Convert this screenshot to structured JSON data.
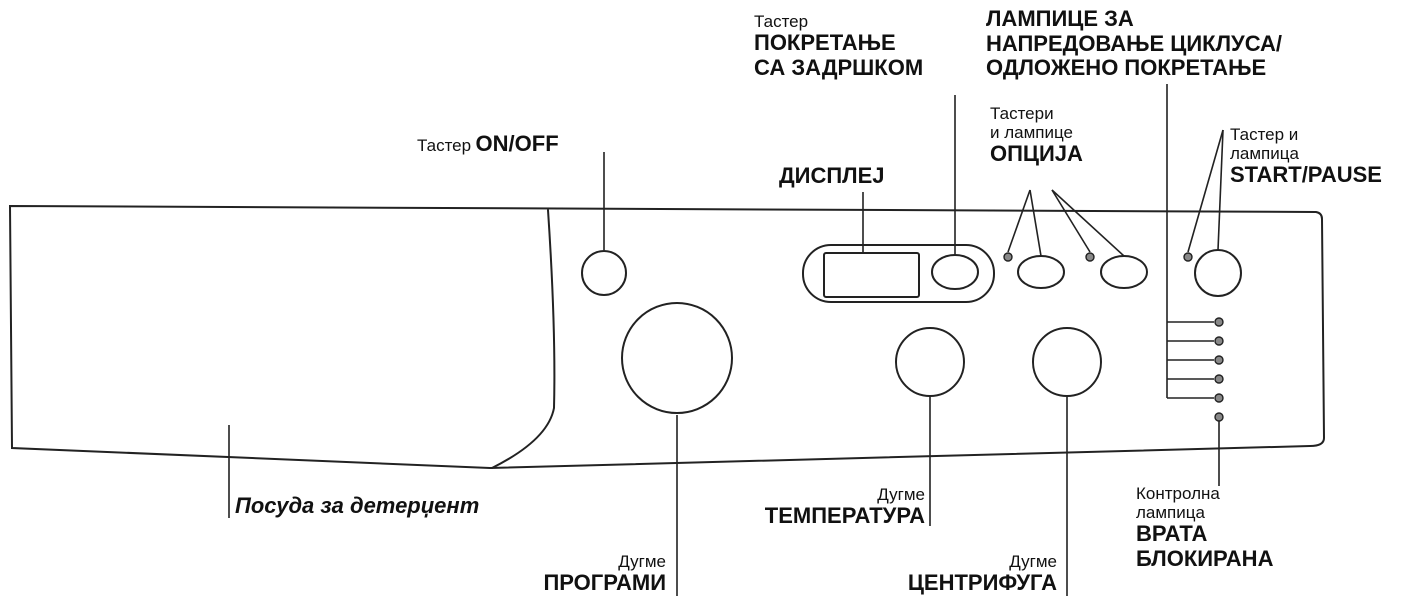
{
  "labels": {
    "onoff": {
      "small": "Тастер",
      "big": "ON/OFF"
    },
    "delay": {
      "small": "Тастер",
      "big1": "ПОКРЕТАЊЕ",
      "big2": "СА ЗАДРШКОМ"
    },
    "progress": {
      "big1": "ЛАМПИЦЕ ЗА",
      "big2": "НАПРЕДОВАЊЕ ЦИКЛУСА/",
      "big3": "ОДЛОЖЕНО ПОКРЕТАЊЕ"
    },
    "options": {
      "small1": "Тастери",
      "small2": "и лампице",
      "big": "ОПЦИЈА"
    },
    "start": {
      "small1": "Тастер и",
      "small2": "лампица",
      "big": "START/PAUSE"
    },
    "display": {
      "big": "ДИСПЛЕЈ"
    },
    "detergent": {
      "text": "Посуда за детерџент"
    },
    "programs": {
      "small": "Дугме",
      "big": "ПРОГРАМИ"
    },
    "temperature": {
      "small": "Дугме",
      "big": "ТЕМПЕРАТУРА"
    },
    "spin": {
      "small": "Дугме",
      "big": "ЦЕНТРИФУГА"
    },
    "door": {
      "small1": "Контролна",
      "small2": "лампица",
      "big1": "ВРАТА",
      "big2": "БЛОКИРАНА"
    }
  }
}
